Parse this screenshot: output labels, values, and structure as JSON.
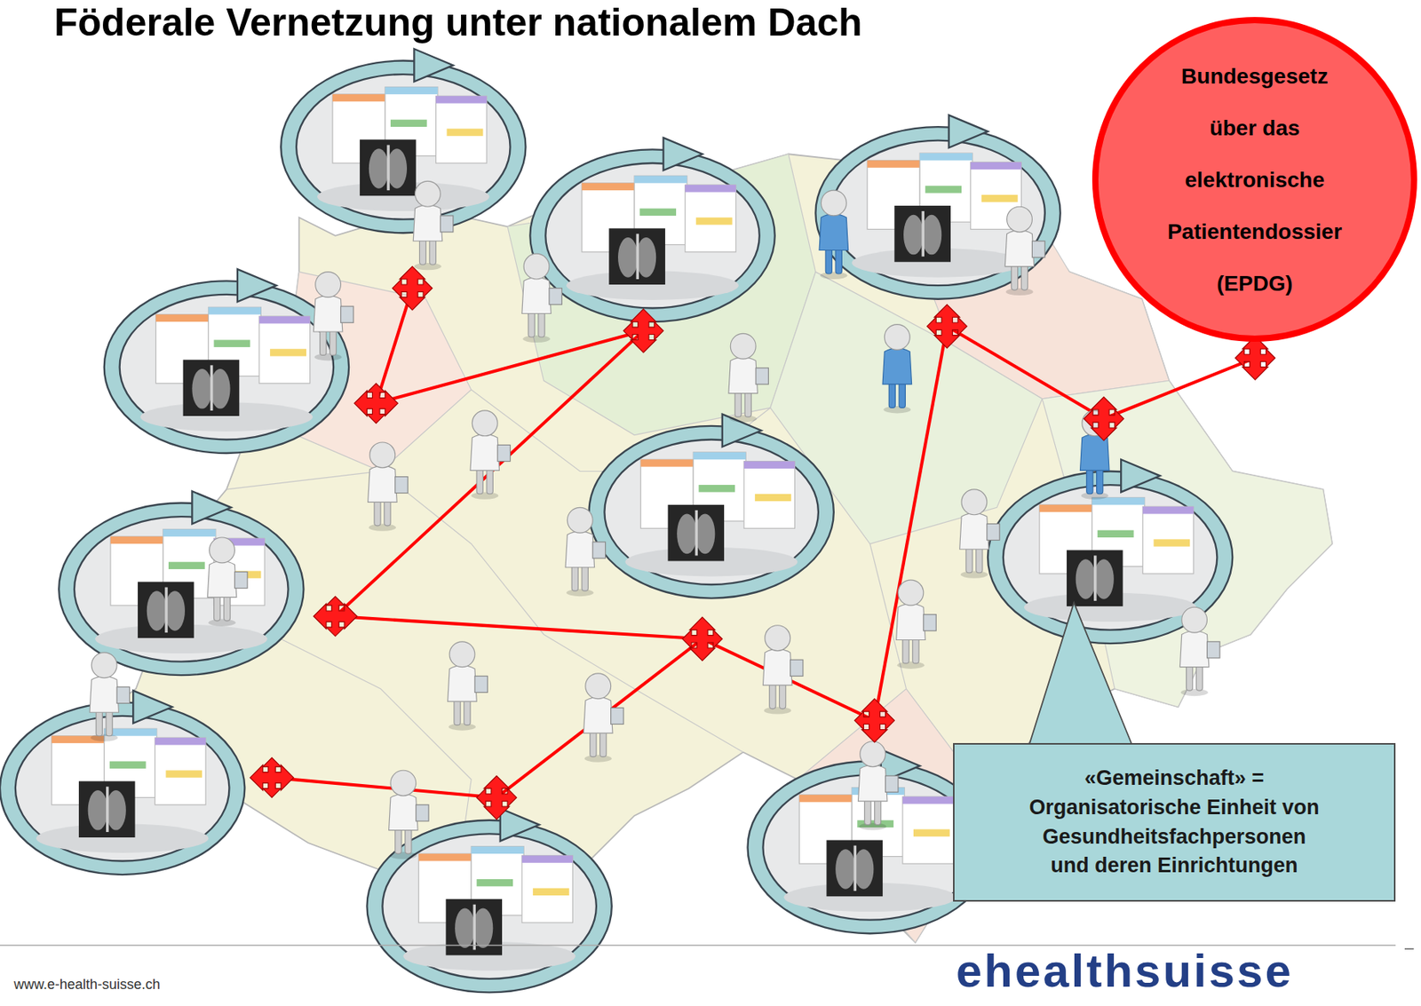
{
  "diagram": {
    "title": "Föderale Vernetzung unter nationalem Dach",
    "nodes": [
      {
        "text": [
          "Bundesgesetz über das elektronische Patientendossier (EPDG)"
        ]
      },
      {
        "text": [
          "«Gemeinschaft» = Organisatorische Einheit von Gesundheitsfachpersonen und deren Einrichtungen"
        ]
      }
    ],
    "labels": [
      "www.e-health-suisse.ch",
      "ehealthsuisse"
    ]
  }
}
